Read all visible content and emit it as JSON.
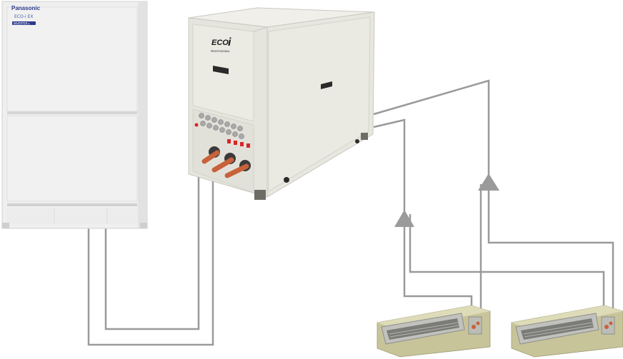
{
  "outdoor_unit": {
    "brand": "Panasonic",
    "series": "ECO-i EX",
    "badge": "INVERTER+"
  },
  "water_unit": {
    "logo_main": "ECO",
    "logo_i": "i",
    "logo_sub": "PROFESSIONAL"
  },
  "colors": {
    "pipe": "#9a9a9a",
    "unit_body": "#eeeeee",
    "water_body": "#e4e4dc",
    "copper": "#c7623a",
    "duct_body": "#d2cfa2"
  }
}
